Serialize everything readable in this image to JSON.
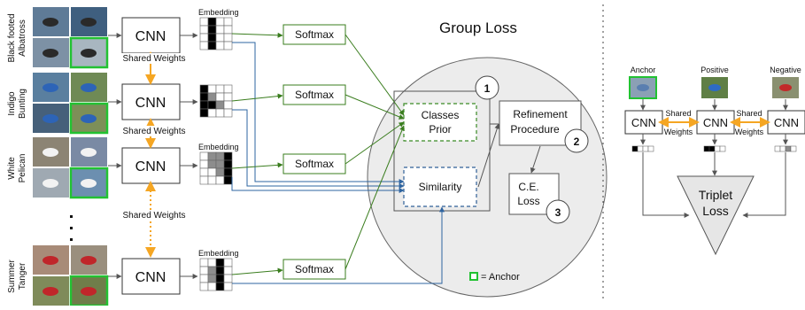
{
  "classes": [
    {
      "label_lines": [
        "Black footed",
        "Albatross"
      ],
      "image_colors": [
        "#5f7b97",
        "#3f5f7f",
        "#7d91a5",
        "#a8b6c0"
      ]
    },
    {
      "label_lines": [
        "Indigo",
        "Bunting"
      ],
      "image_colors": [
        "#5a7f9f",
        "#6f8a55",
        "#46607a",
        "#7d8f58"
      ]
    },
    {
      "label_lines": [
        "White",
        "Pelican"
      ],
      "image_colors": [
        "#8c8474",
        "#7a8aa4",
        "#9fa9b2",
        "#6c8fb0"
      ]
    },
    {
      "label_lines": [
        "Summer",
        "Tanger"
      ],
      "image_colors": [
        "#a88b78",
        "#9a8f7e",
        "#7f8b5a",
        "#6f7d4a"
      ]
    }
  ],
  "cnn_label": "CNN",
  "embedding_label": "Embedding",
  "shared_weights_label": "Shared  Weights",
  "softmax_label": "Softmax",
  "group_loss_title": "Group Loss",
  "classes_prior_lines": [
    "Classes",
    "Prior"
  ],
  "similarity_label": "Similarity",
  "refinement_lines": [
    "Refinement",
    "Procedure"
  ],
  "ce_loss_lines": [
    "C.E.",
    "Loss"
  ],
  "step_numbers": [
    "1",
    "2",
    "3"
  ],
  "anchor_legend": "= Anchor",
  "triplet": {
    "anchor_label": "Anchor",
    "positive_label": "Positive",
    "negative_label": "Negative",
    "shared_top": "Shared",
    "shared_bottom": "Weights",
    "loss_lines": [
      "Triplet",
      "Loss"
    ]
  },
  "colors": {
    "green_arrow": "#3a7d1e",
    "blue_arrow": "#2e64a0",
    "orange_arrow": "#f5a623",
    "anchor_border": "#22c232",
    "circle_fill": "#ececec",
    "dashed_green": "#3a8a24",
    "dashed_blue": "#2f5f97"
  },
  "icons": [
    "bird-photo-thumbnail",
    "numbered-step-circle",
    "anchor-square-icon"
  ]
}
